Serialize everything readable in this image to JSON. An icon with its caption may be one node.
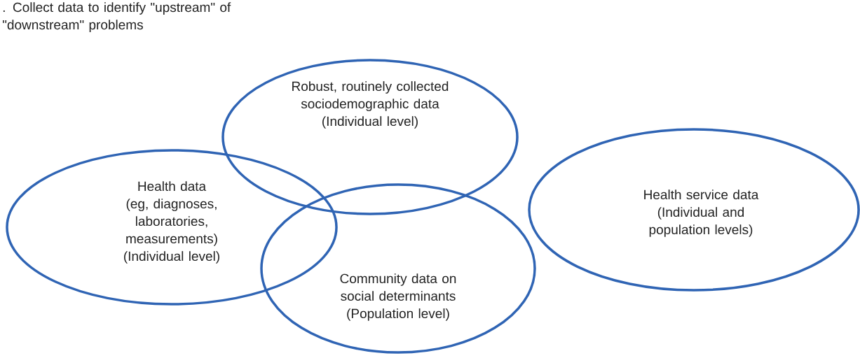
{
  "diagram": {
    "title": ". Collect data to identify \"upstream\" of \"downstream\" problems",
    "nodes": [
      {
        "text": [
          "Health data",
          "(eg, diagnoses, laboratories, measurements)",
          "(Individual level)"
        ]
      },
      {
        "text": [
          "Robust, routinely collected sociodemographic data",
          "(Individual level)"
        ]
      },
      {
        "text": [
          "Community data on social determinants",
          "(Population level)"
        ]
      },
      {
        "text": [
          "Health service data",
          "(Individual and population levels)"
        ]
      }
    ]
  }
}
